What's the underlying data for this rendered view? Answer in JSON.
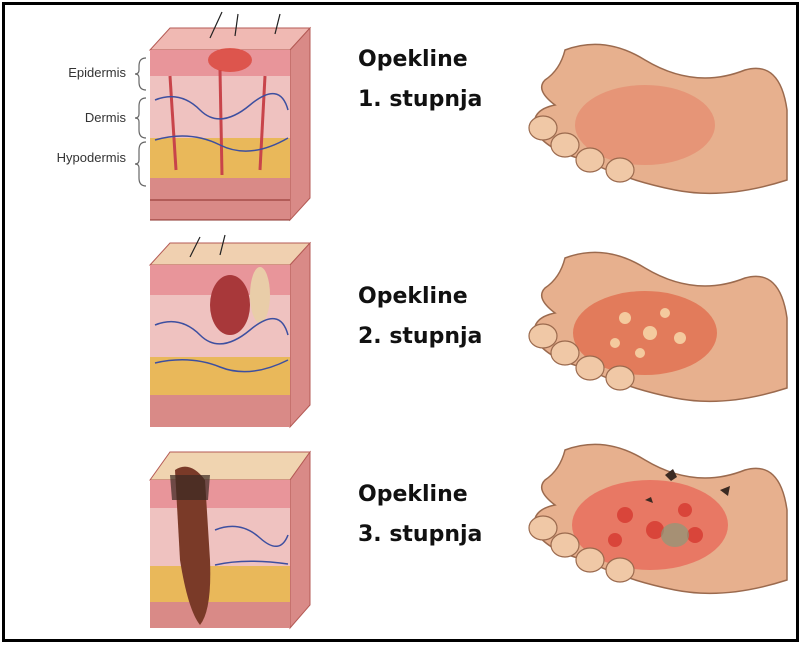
{
  "layers": {
    "epidermis": "Epidermis",
    "dermis": "Dermis",
    "hypodermis": "Hypodermis"
  },
  "stages": [
    {
      "title": "Opekline",
      "degree": "1. stupnja"
    },
    {
      "title": "Opekline",
      "degree": "2. stupnja"
    },
    {
      "title": "Opekline",
      "degree": "3. stupnja"
    }
  ],
  "colors": {
    "epidermis": "#e8959a",
    "dermis": "#efc2c0",
    "fat": "#e9b85a",
    "muscle": "#d98a87",
    "skin": "#e7b08e",
    "burn": "#d9453a",
    "char": "#3b2a22"
  }
}
